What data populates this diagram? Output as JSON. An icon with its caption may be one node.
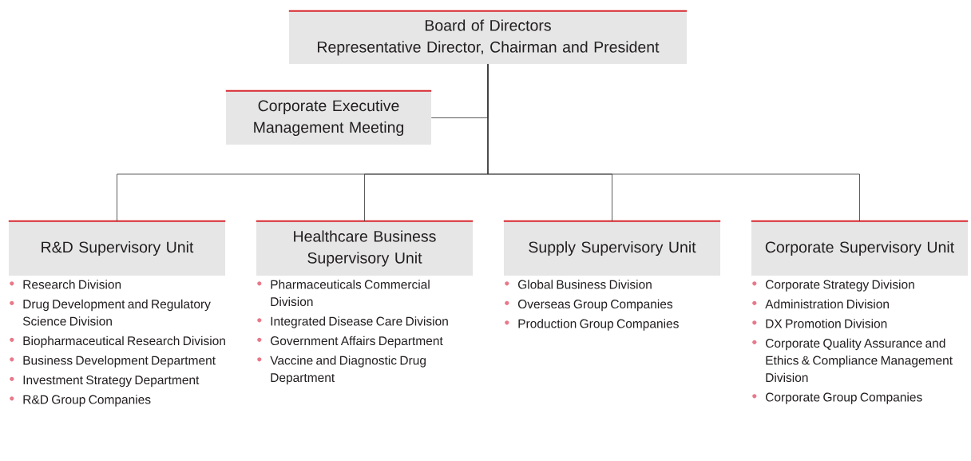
{
  "diagram": {
    "nodes": [
      {
        "text": [
          "Board of Directors",
          "Representative Director, Chairman and President"
        ]
      },
      {
        "text": [
          "Corporate Executive Management Meeting"
        ]
      },
      {
        "text": [
          "R&D Supervisory Unit"
        ],
        "beside": [
          "Research Division",
          "Drug Development and Regulatory Science Division",
          "Biopharmaceutical Research Division",
          "Business Development Department",
          "Investment Strategy Department",
          "R&D Group Companies"
        ]
      },
      {
        "text": [
          "Healthcare Business Supervisory Unit"
        ],
        "beside": [
          "Pharmaceuticals Commercial Division",
          "Integrated Disease Care Division",
          "Government Affairs Department",
          "Vaccine and Diagnostic Drug Department"
        ]
      },
      {
        "text": [
          "Supply Supervisory Unit"
        ],
        "beside": [
          "Global Business Division",
          "Overseas Group Companies",
          "Production Group Companies"
        ]
      },
      {
        "text": [
          "Corporate Supervisory Unit"
        ],
        "beside": [
          "Corporate Strategy Division",
          "Administration Division",
          "DX Promotion Division",
          "Corporate Quality Assurance and Ethics & Compliance Management Division",
          "Corporate Group Companies"
        ]
      }
    ],
    "edges": [
      {
        "from": 0,
        "to": 1,
        "arrow": "none"
      },
      {
        "from": 0,
        "to": 2,
        "arrow": "none"
      },
      {
        "from": 0,
        "to": 3,
        "arrow": "none"
      },
      {
        "from": 0,
        "to": 4,
        "arrow": "none"
      },
      {
        "from": 0,
        "to": 5,
        "arrow": "none"
      }
    ]
  }
}
